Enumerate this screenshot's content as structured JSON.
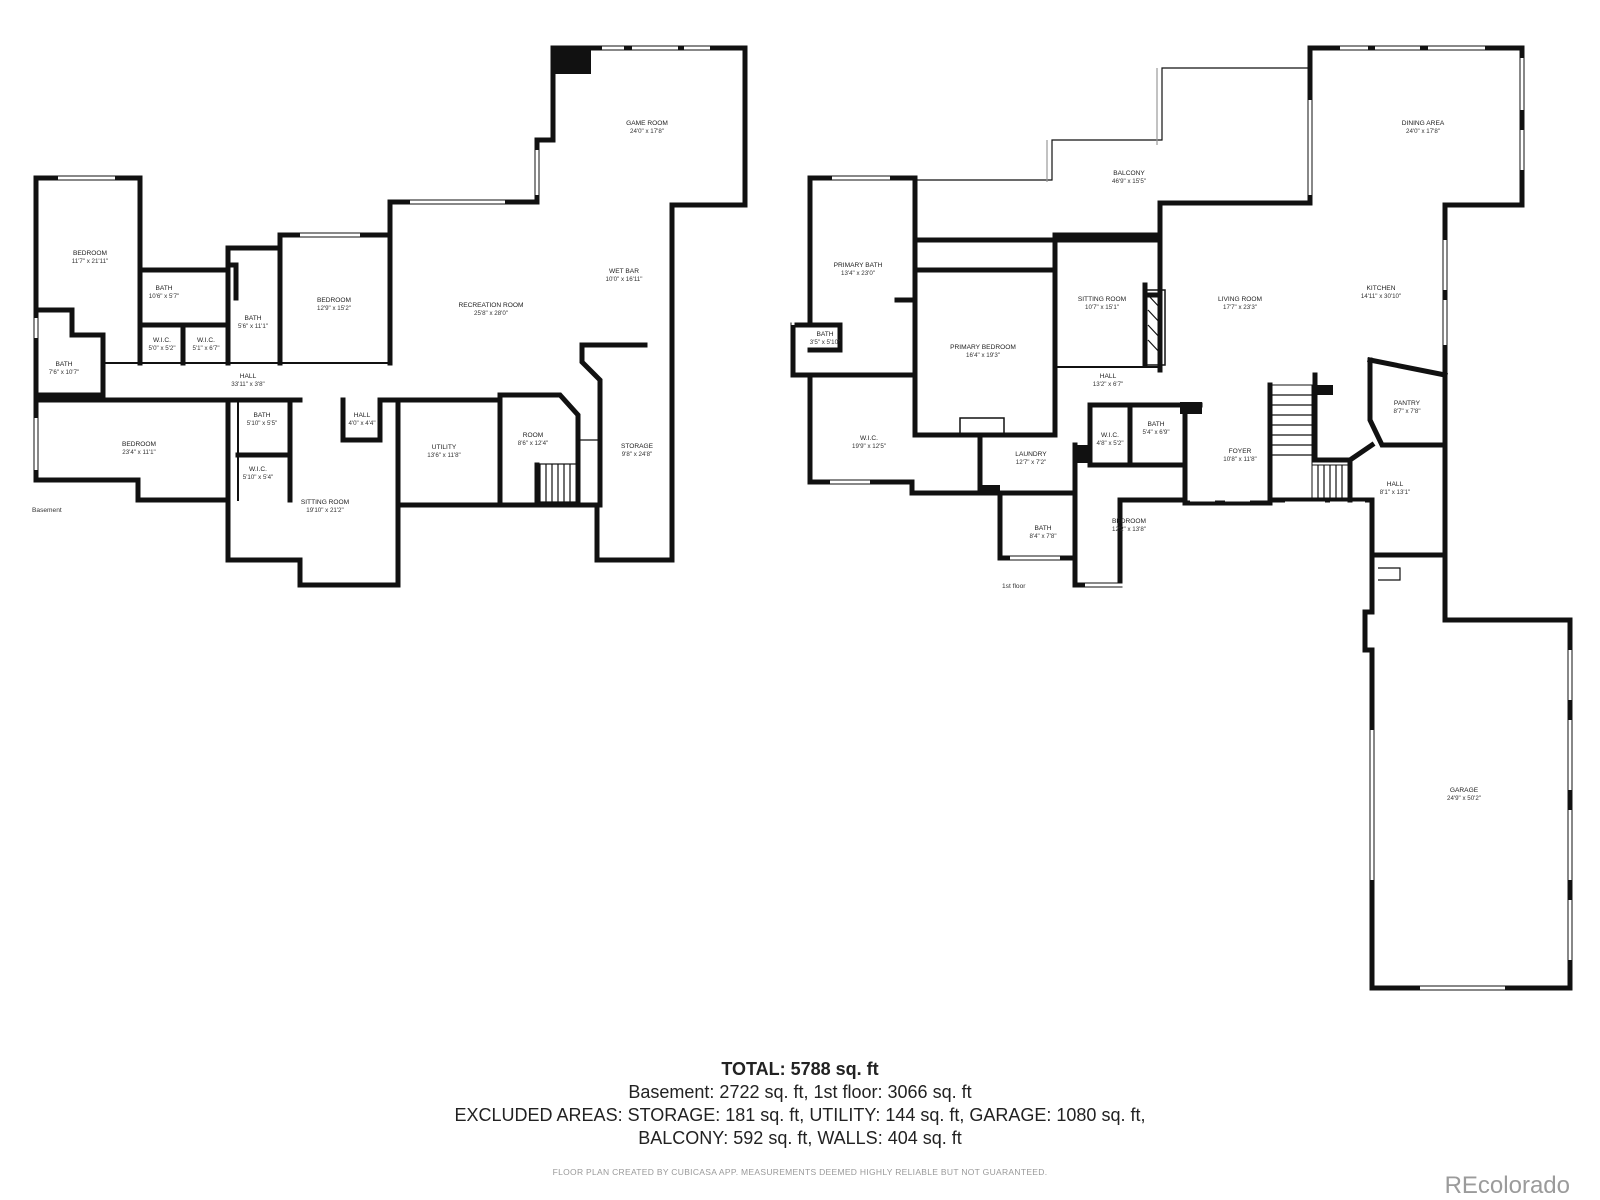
{
  "floors": {
    "basement": {
      "label": "Basement",
      "rooms": [
        {
          "id": "bsmt-game-room",
          "name": "GAME ROOM",
          "dim": "24'0\" x 17'8\""
        },
        {
          "id": "bsmt-bedroom-1",
          "name": "BEDROOM",
          "dim": "11'7\" x 21'11\""
        },
        {
          "id": "bsmt-bath-1",
          "name": "BATH",
          "dim": "10'6\" x 5'7\""
        },
        {
          "id": "bsmt-wic-1",
          "name": "W.I.C.",
          "dim": "5'0\" x 5'2\""
        },
        {
          "id": "bsmt-wic-2",
          "name": "W.I.C.",
          "dim": "5'1\" x 6'7\""
        },
        {
          "id": "bsmt-bath-2",
          "name": "BATH",
          "dim": "5'6\" x 11'1\""
        },
        {
          "id": "bsmt-bedroom-2",
          "name": "BEDROOM",
          "dim": "12'9\" x 15'2\""
        },
        {
          "id": "bsmt-wet-bar",
          "name": "WET BAR",
          "dim": "10'0\" x 16'11\""
        },
        {
          "id": "bsmt-recreation",
          "name": "RECREATION ROOM",
          "dim": "25'8\" x 28'0\""
        },
        {
          "id": "bsmt-bath-3",
          "name": "BATH",
          "dim": "7'6\" x 10'7\""
        },
        {
          "id": "bsmt-hall-1",
          "name": "HALL",
          "dim": "33'11\" x 3'8\""
        },
        {
          "id": "bsmt-bedroom-3",
          "name": "BEDROOM",
          "dim": "23'4\" x 11'1\""
        },
        {
          "id": "bsmt-bath-4",
          "name": "BATH",
          "dim": "5'10\" x 5'5\""
        },
        {
          "id": "bsmt-wic-3",
          "name": "W.I.C.",
          "dim": "5'10\" x 5'4\""
        },
        {
          "id": "bsmt-hall-2",
          "name": "HALL",
          "dim": "4'0\" x 4'4\""
        },
        {
          "id": "bsmt-utility",
          "name": "UTILITY",
          "dim": "13'6\" x 11'8\""
        },
        {
          "id": "bsmt-room",
          "name": "ROOM",
          "dim": "8'6\" x 12'4\""
        },
        {
          "id": "bsmt-storage",
          "name": "STORAGE",
          "dim": "9'8\" x 24'8\""
        },
        {
          "id": "bsmt-sitting",
          "name": "SITTING ROOM",
          "dim": "19'10\" x 21'2\""
        }
      ]
    },
    "first": {
      "label": "1st floor",
      "rooms": [
        {
          "id": "f1-balcony",
          "name": "BALCONY",
          "dim": "46'9\" x 15'5\""
        },
        {
          "id": "f1-dining",
          "name": "DINING AREA",
          "dim": "24'0\" x 17'8\""
        },
        {
          "id": "f1-primary-bath",
          "name": "PRIMARY BATH",
          "dim": "13'4\" x 23'0\""
        },
        {
          "id": "f1-bath-small",
          "name": "BATH",
          "dim": "3'5\" x 5'10\""
        },
        {
          "id": "f1-sitting",
          "name": "SITTING ROOM",
          "dim": "10'7\" x 15'1\""
        },
        {
          "id": "f1-living",
          "name": "LIVING ROOM",
          "dim": "17'7\" x 23'3\""
        },
        {
          "id": "f1-kitchen",
          "name": "KITCHEN",
          "dim": "14'11\" x 30'10\""
        },
        {
          "id": "f1-primary-bedroom",
          "name": "PRIMARY BEDROOM",
          "dim": "16'4\" x 19'3\""
        },
        {
          "id": "f1-hall-1",
          "name": "HALL",
          "dim": "13'2\" x 6'7\""
        },
        {
          "id": "f1-pantry",
          "name": "PANTRY",
          "dim": "8'7\" x 7'8\""
        },
        {
          "id": "f1-wic-1",
          "name": "W.I.C.",
          "dim": "19'9\" x 12'5\""
        },
        {
          "id": "f1-wic-2",
          "name": "W.I.C.",
          "dim": "4'8\" x 5'2\""
        },
        {
          "id": "f1-bath-2",
          "name": "BATH",
          "dim": "5'4\" x 6'9\""
        },
        {
          "id": "f1-laundry",
          "name": "LAUNDRY",
          "dim": "12'7\" x 7'2\""
        },
        {
          "id": "f1-foyer",
          "name": "FOYER",
          "dim": "10'8\" x 11'8\""
        },
        {
          "id": "f1-hall-2",
          "name": "HALL",
          "dim": "8'1\" x 13'1\""
        },
        {
          "id": "f1-bedroom",
          "name": "BEDROOM",
          "dim": "12'2\" x 13'8\""
        },
        {
          "id": "f1-bath-3",
          "name": "BATH",
          "dim": "8'4\" x 7'8\""
        },
        {
          "id": "f1-garage",
          "name": "GARAGE",
          "dim": "24'9\" x 50'2\""
        }
      ]
    }
  },
  "summary": {
    "total": "TOTAL: 5788 sq. ft",
    "line1": "Basement: 2722 sq. ft, 1st floor: 3066 sq. ft",
    "line2": "EXCLUDED AREAS: STORAGE: 181 sq. ft, UTILITY: 144 sq. ft, GARAGE: 1080 sq. ft,",
    "line3": "BALCONY: 592 sq. ft, WALLS: 404 sq. ft"
  },
  "credit": "FLOOR PLAN CREATED BY CUBICASA APP. MEASUREMENTS DEEMED HIGHLY RELIABLE BUT NOT GUARANTEED.",
  "brand": "REcolorado"
}
